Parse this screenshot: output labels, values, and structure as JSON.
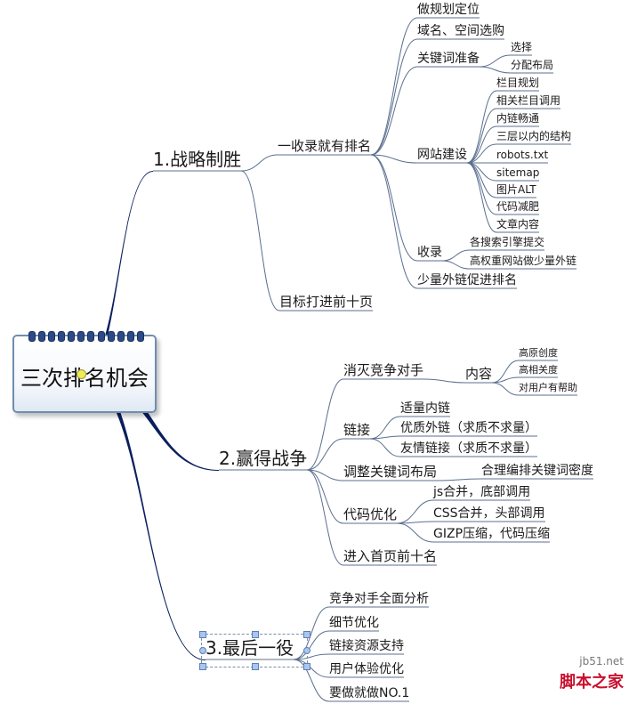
{
  "mindmap": {
    "center": "三次排名机会",
    "strategy": {
      "label": "1.战略制胜",
      "include": {
        "label": "一收录就有排名",
        "planning": "做规划定位",
        "domain": "域名、空间选购",
        "keywords": {
          "label": "关键词准备",
          "items": [
            "选择",
            "分配布局"
          ]
        },
        "site_build": {
          "label": "网站建设",
          "items": [
            "栏目规划",
            "相关栏目调用",
            "内链畅通",
            "三层以内的结构",
            "robots.txt",
            "sitemap",
            "图片ALT",
            "代码减肥",
            "文章内容"
          ]
        },
        "indexing": {
          "label": "收录",
          "items": [
            "各搜索引擎提交",
            "高权重网站做少量外链"
          ]
        },
        "few_links": "少量外链促进排名"
      },
      "target": "目标打进前十页"
    },
    "battle": {
      "label": "2.赢得战争",
      "eliminate": {
        "label": "消灭竞争对手",
        "content": {
          "label": "内容",
          "items": [
            "高原创度",
            "高相关度",
            "对用户有帮助"
          ]
        }
      },
      "links": {
        "label": "链接",
        "items": [
          "适量内链",
          "优质外链（求质不求量）",
          "友情链接（求质不求量）"
        ]
      },
      "adjust": {
        "label": "调整关键词布局",
        "child": "合理编排关键词密度"
      },
      "code": {
        "label": "代码优化",
        "items": [
          "js合并，底部调用",
          "CSS合并，头部调用",
          "GIZP压缩，代码压缩"
        ]
      },
      "top10": "进入首页前十名"
    },
    "final": {
      "label": "3.最后一役",
      "items": [
        "竞争对手全面分析",
        "细节优化",
        "链接资源支持",
        "用户体验优化",
        "要做就做NO.1"
      ]
    }
  },
  "watermark": {
    "url": "jb51.net",
    "name": "脚本之家"
  },
  "colors": {
    "branch": "#0b1f5e",
    "line": "#5b6f8f",
    "card_border": "#6f8db2"
  }
}
